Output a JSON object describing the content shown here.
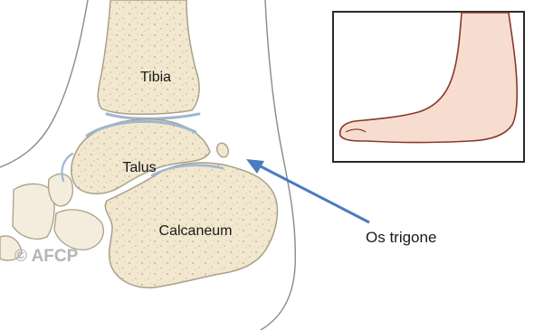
{
  "labels": {
    "tibia": "Tibia",
    "talus": "Talus",
    "calcaneum": "Calcaneum",
    "os_trigone": "Os trigone"
  },
  "watermark": "© AFCP",
  "colors": {
    "bone_fill": "#f2e7cf",
    "bone_stroke": "#a9a08a",
    "cartilage": "#9fb7cf",
    "pores": "#c9b993",
    "skin_outline": "#8a8a8a",
    "foot_fill": "#f7ddd0",
    "foot_outline": "#8a3a2a",
    "arrow": "#4a7cc0",
    "watermark": "#b5b5b5"
  }
}
